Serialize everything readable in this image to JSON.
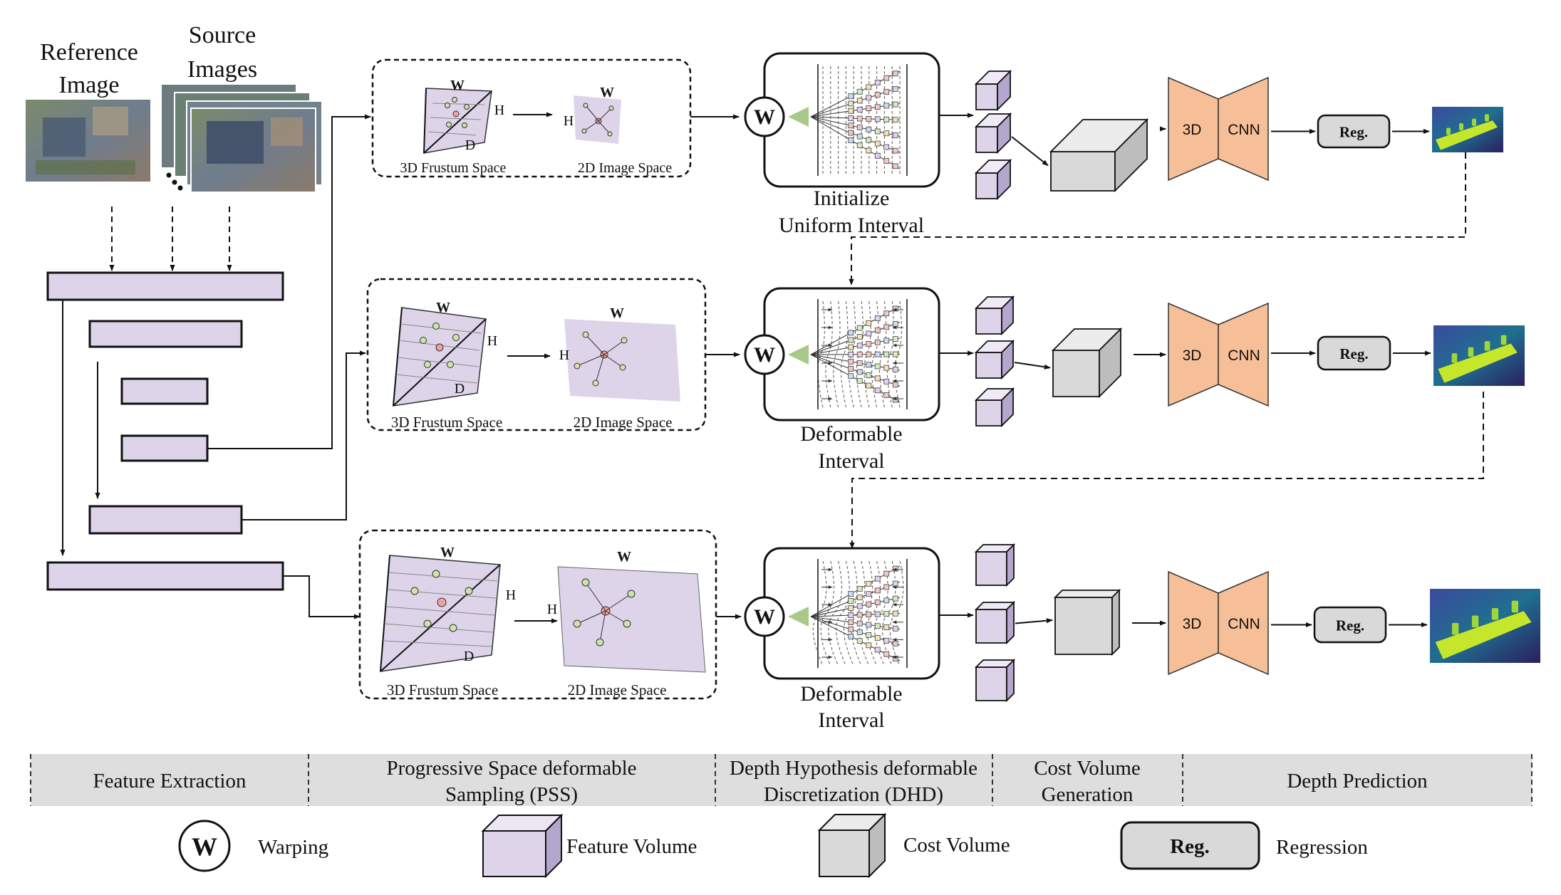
{
  "inputs": {
    "reference_label_1": "Reference",
    "reference_label_2": "Image",
    "source_label_1": "Source",
    "source_label_2": "Images"
  },
  "pss": {
    "frustum_label": "3D Frustum Space",
    "image_label": "2D Image Space",
    "axis_w": "W",
    "axis_h": "H",
    "axis_d": "D"
  },
  "warp_symbol": "W",
  "dhd_captions": [
    [
      "Initialize",
      "Uniform Interval"
    ],
    [
      "Deformable",
      "Interval"
    ],
    [
      "Deformable",
      "Interval"
    ]
  ],
  "cnn": {
    "left": "3D",
    "right": "CNN"
  },
  "reg_label": "Reg.",
  "stages": [
    [
      "Feature Extraction"
    ],
    [
      "Progressive Space deformable",
      "Sampling (PSS)"
    ],
    [
      "Depth Hypothesis deformable",
      "Discretization (DHD)"
    ],
    [
      "Cost Volume",
      "Generation"
    ],
    [
      "Depth Prediction"
    ]
  ],
  "legend": {
    "warp_symbol": "W",
    "warp_label": "Warping",
    "feature_volume_label": "Feature Volume",
    "cost_volume_label": "Cost Volume",
    "reg_symbol": "Reg.",
    "regression_label": "Regression"
  },
  "colors": {
    "feature": "#ddd4ea",
    "feature_side": "#b4a6cc",
    "cost": "#d9d9d9",
    "cnn": "#f6bf97",
    "green_arrow": "#a9c98a",
    "depth_map_bg": "#2b2f7a",
    "depth_map_fg": "#c6e62c"
  }
}
